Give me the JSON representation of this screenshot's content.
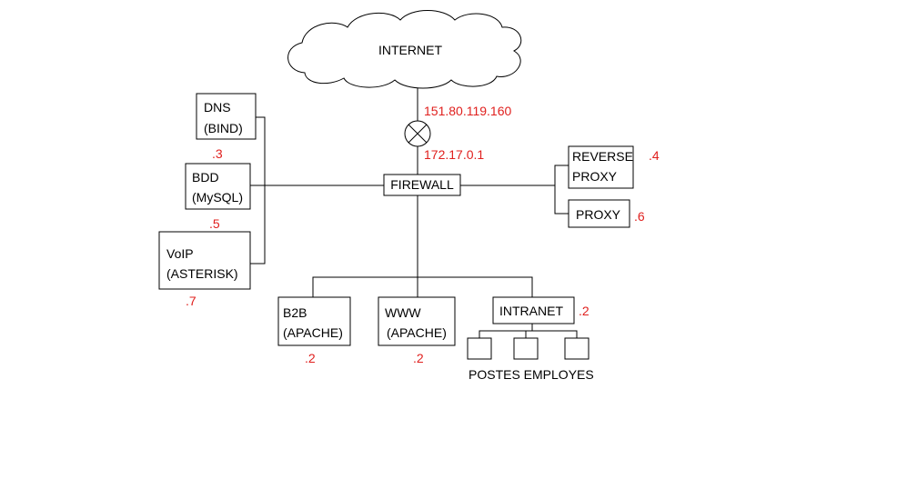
{
  "colors": {
    "line": "#000000",
    "text": "#000000",
    "address": "#e0201e"
  },
  "internet": {
    "label": "INTERNET"
  },
  "router": {
    "icon": "router-crossed-circle-icon",
    "public_ip": "151.80.119.160",
    "private_ip": "172.17.0.1"
  },
  "firewall": {
    "label": "FIREWALL"
  },
  "left_servers": {
    "dns": {
      "line1": "DNS",
      "line2": "(BIND)",
      "suffix": ".3"
    },
    "bdd": {
      "line1": "BDD",
      "line2": "(MySQL)",
      "suffix": ".5"
    },
    "voip": {
      "line1": "VoIP",
      "line2": "(ASTERISK)",
      "suffix": ".7"
    }
  },
  "right_servers": {
    "reverse_proxy": {
      "line1": "REVERSE",
      "line2": "PROXY",
      "suffix": ".4"
    },
    "proxy": {
      "label": "PROXY",
      "suffix": ".6"
    }
  },
  "bottom_servers": {
    "b2b": {
      "line1": "B2B",
      "line2": "(APACHE)",
      "suffix": ".2"
    },
    "www": {
      "line1": "WWW",
      "line2": "(APACHE)",
      "suffix": ".2"
    },
    "intranet": {
      "label": "INTRANET",
      "suffix": ".2"
    }
  },
  "workstations": {
    "label": "POSTES EMPLOYES",
    "count": 3
  }
}
